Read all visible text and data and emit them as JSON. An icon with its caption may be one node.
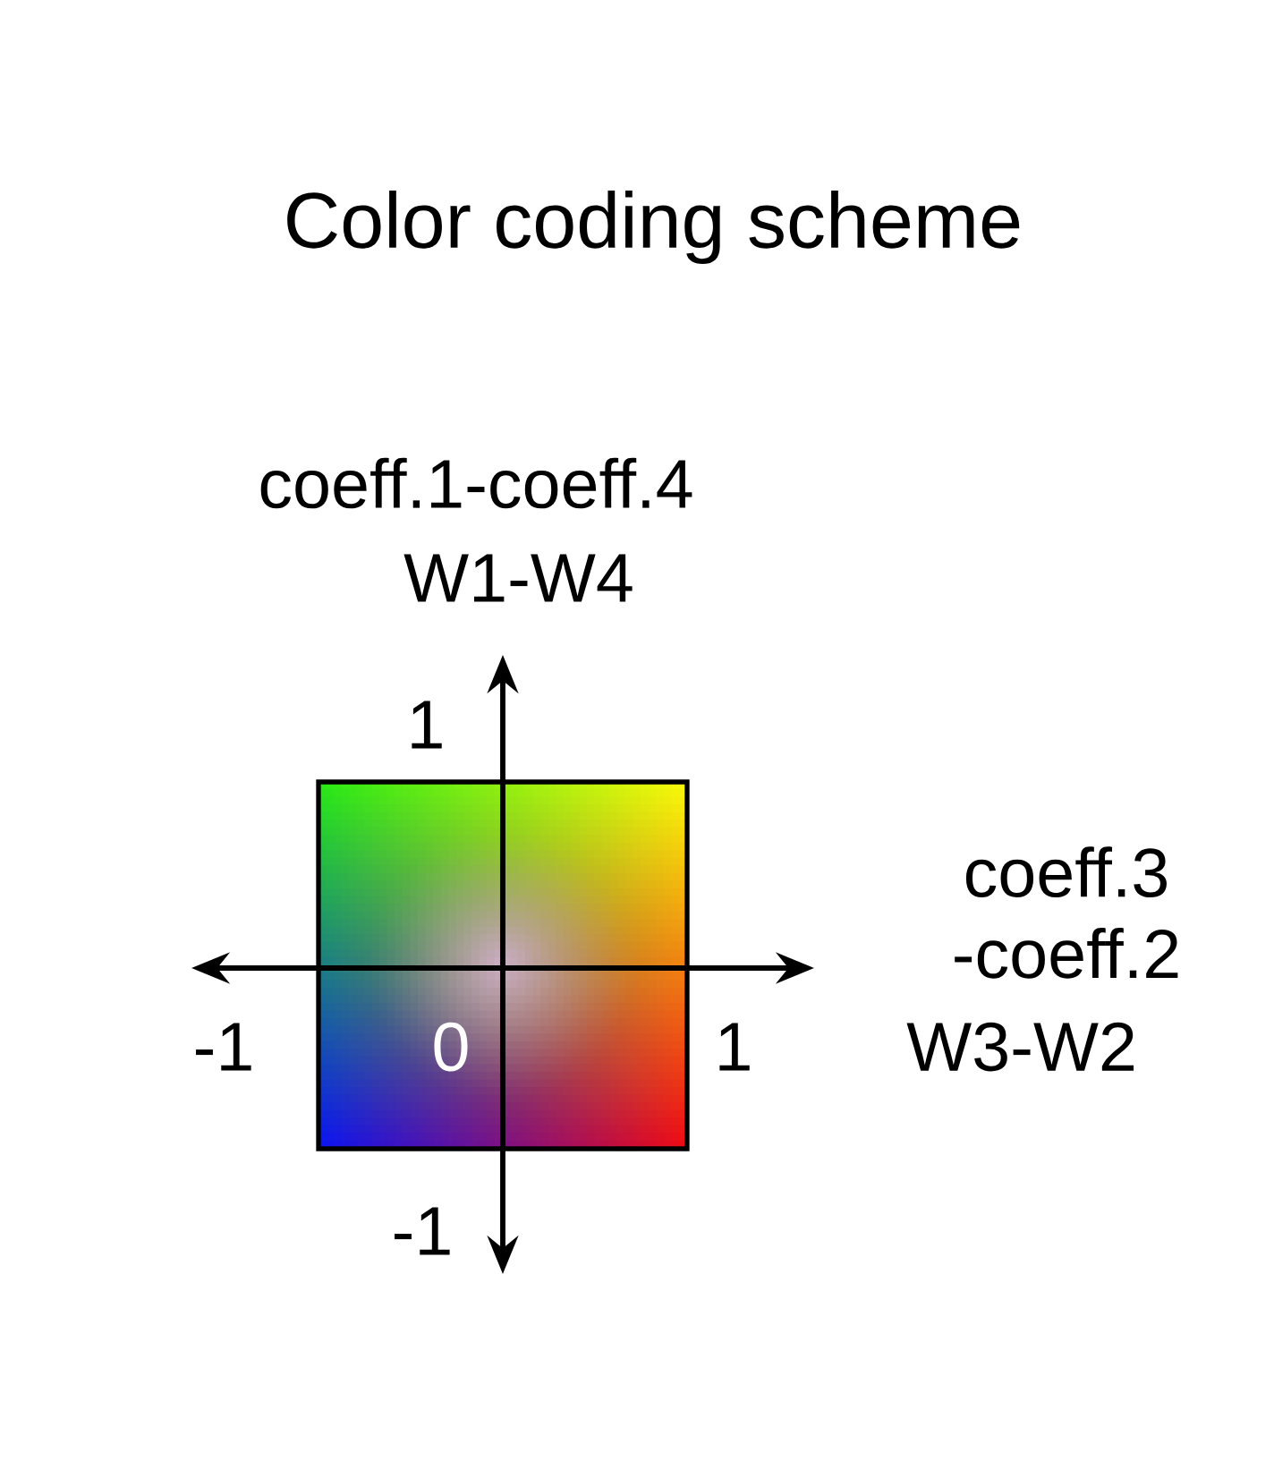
{
  "diagram": {
    "title": "Color coding scheme",
    "labels": [
      "coeff.1-coeff.4",
      "W1-W4",
      "1",
      "coeff.3 -coeff.2",
      "-1",
      "0",
      "1",
      "W3-W2",
      "-1"
    ]
  }
}
